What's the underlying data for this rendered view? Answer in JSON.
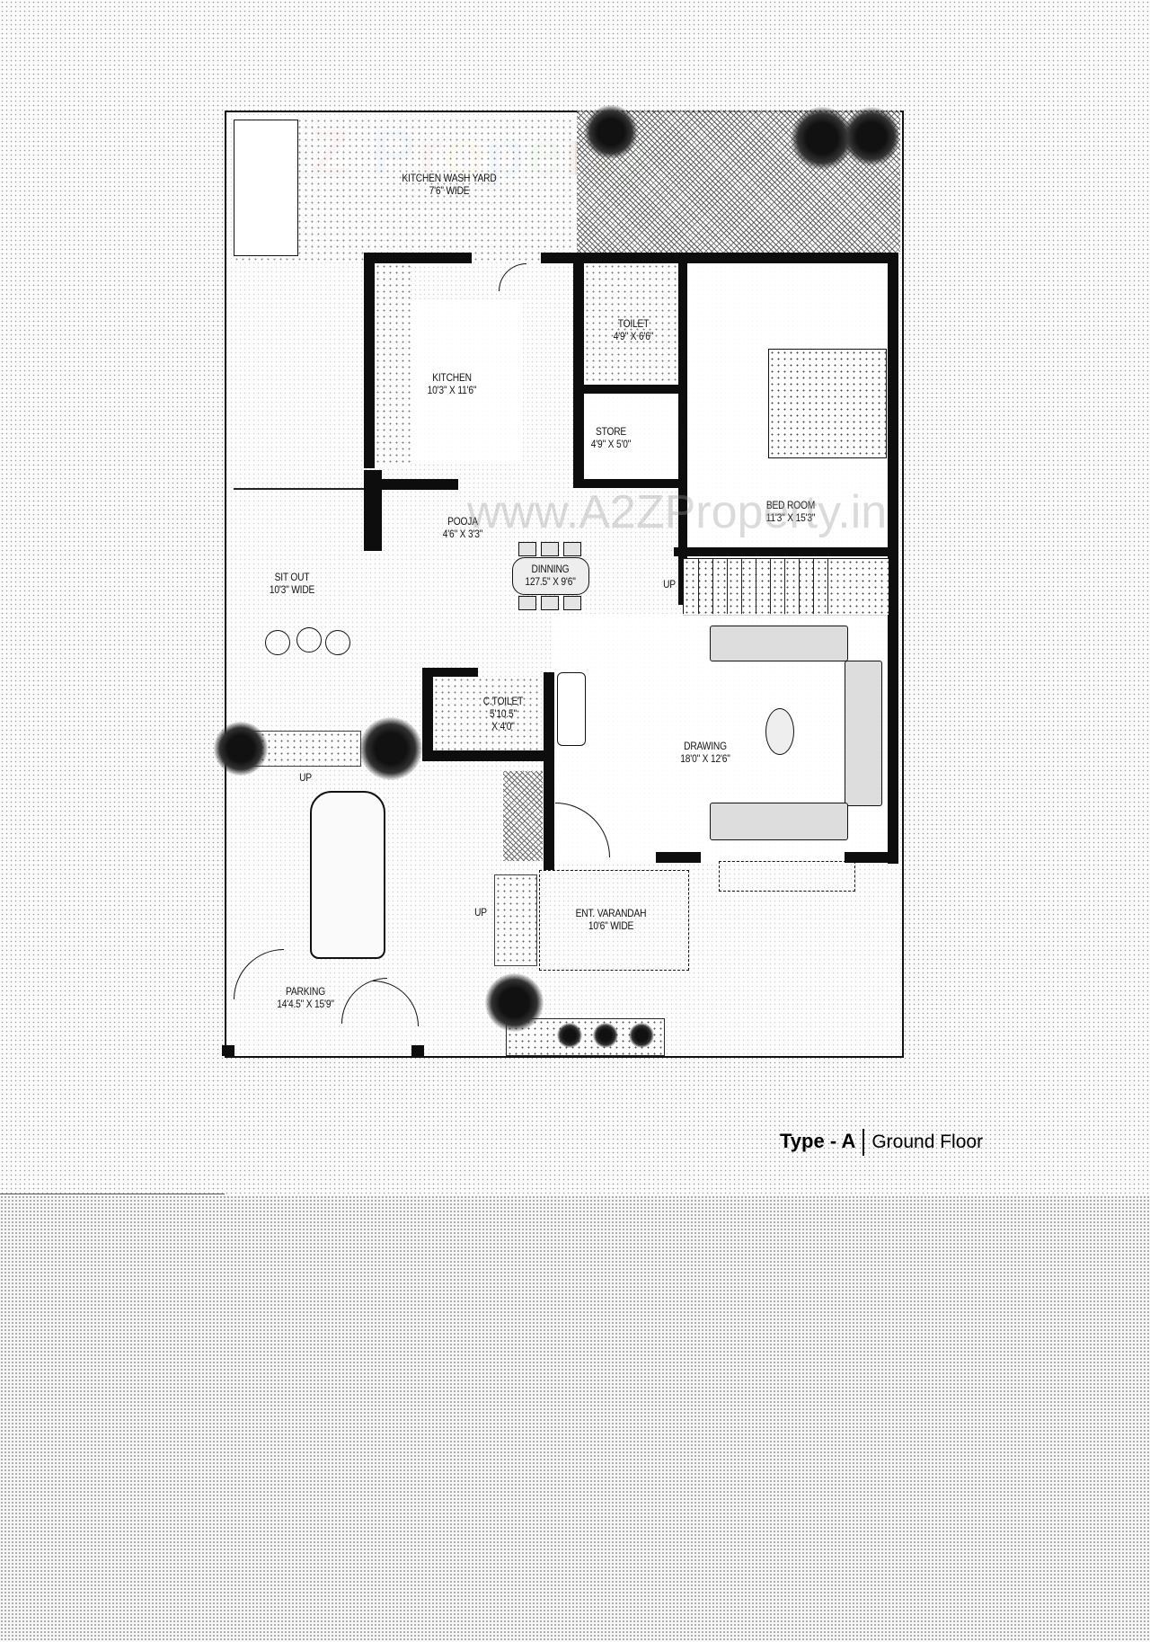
{
  "watermark": {
    "brand_letters": [
      "A",
      "2",
      "Z",
      " ",
      "P",
      "r",
      "o",
      "p",
      "e",
      "r",
      "t",
      "y"
    ],
    "brand_colors": [
      "#e77a7a",
      "#8fcf8f",
      "#e77a7a",
      "#ffffff",
      "#6f95d6",
      "#e77a7a",
      "#f1cf55",
      "#6f95d6",
      "#6fbf6f",
      "#8a4a1a",
      "#e9c24a",
      "#9ad3a3"
    ],
    "url": "www.A2ZProperty.in"
  },
  "plan": {
    "rooms": [
      {
        "id": "kitchen-wash-yard",
        "name": "KITCHEN WASH YARD",
        "size": "7'6\" WIDE"
      },
      {
        "id": "kitchen",
        "name": "KITCHEN",
        "size": "10'3\" X 11'6\""
      },
      {
        "id": "toilet",
        "name": "TOILET",
        "size": "4'9\" X 6'6\""
      },
      {
        "id": "store",
        "name": "STORE",
        "size": "4'9\" X 5'0\""
      },
      {
        "id": "bed-room",
        "name": "BED ROOM",
        "size": "11'3\" X 15'3\""
      },
      {
        "id": "pooja",
        "name": "POOJA",
        "size": "4'6\" X 3'3\""
      },
      {
        "id": "dining",
        "name": "DINNING",
        "size": "127.5\" X 9'6\""
      },
      {
        "id": "sit-out",
        "name": "SIT OUT",
        "size": "10'3\" WIDE"
      },
      {
        "id": "c-toilet",
        "name": "C.TOILET",
        "size": "5'10.5\"",
        "size2": "X 4'0\""
      },
      {
        "id": "drawing",
        "name": "DRAWING",
        "size": "18'0\" X 12'6\""
      },
      {
        "id": "ent-varandah",
        "name": "ENT. VARANDAH",
        "size": "10'6\" WIDE"
      },
      {
        "id": "parking",
        "name": "PARKING",
        "size": "14'4.5\" X 15'9\""
      }
    ],
    "stair_labels": {
      "main": "UP",
      "sitout": "UP",
      "varandah": "UP"
    }
  },
  "caption": {
    "type": "Type - A",
    "floor": "Ground Floor"
  }
}
